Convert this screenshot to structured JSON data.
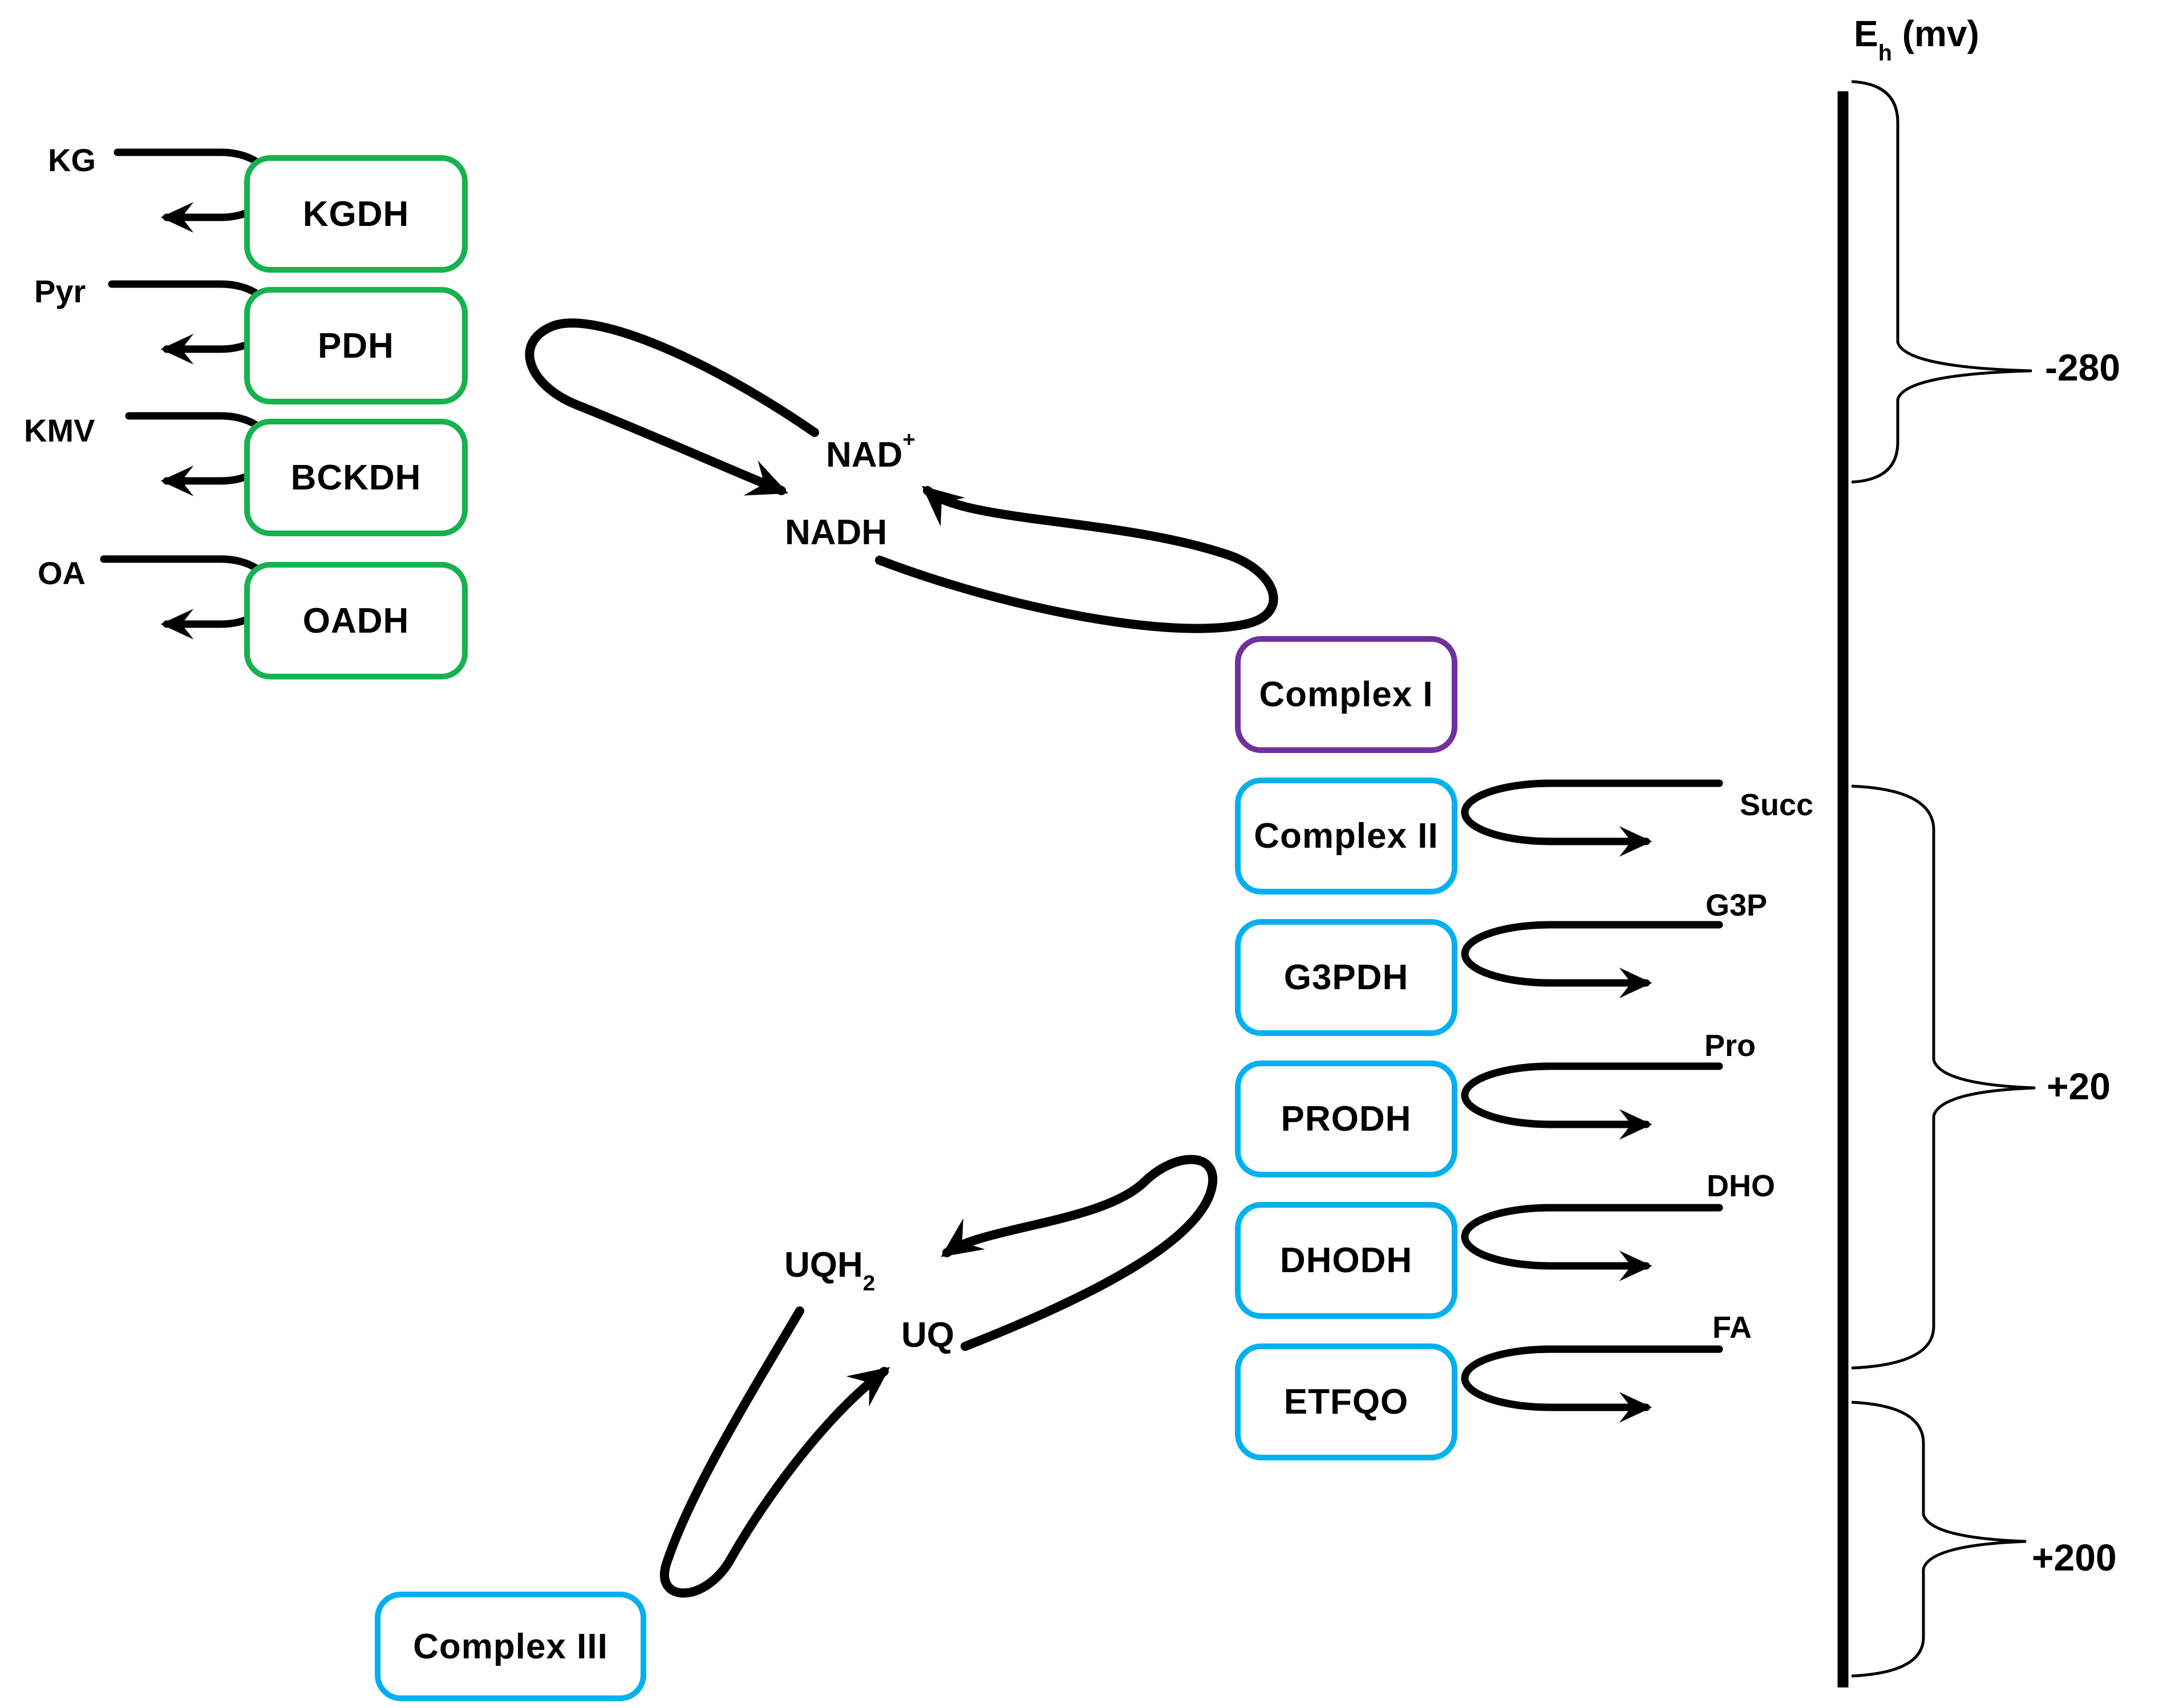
{
  "figure": {
    "axis": {
      "title_base": "E",
      "title_sub": "h",
      "title_unit": " (mv)",
      "tick_labels": {
        "top": "-280",
        "middle": "+20",
        "bottom": "+200"
      }
    },
    "dehydrogenase_boxes": [
      {
        "label": "KGDH",
        "substrate": "KG"
      },
      {
        "label": "PDH",
        "substrate": "Pyr"
      },
      {
        "label": "BCKDH",
        "substrate": "KMV"
      },
      {
        "label": "OADH",
        "substrate": "OA"
      }
    ],
    "complex_boxes": [
      {
        "label": "Complex I"
      },
      {
        "label": "Complex II",
        "substrate": "Succ"
      },
      {
        "label": "G3PDH",
        "substrate": "G3P"
      },
      {
        "label": "PRODH",
        "substrate": "Pro"
      },
      {
        "label": "DHODH",
        "substrate": "DHO"
      },
      {
        "label": "ETFQO",
        "substrate": "FA"
      }
    ],
    "complex_iii": {
      "label": "Complex III"
    },
    "nad_cycle": {
      "oxidized_base": "NAD",
      "oxidized_sup": "+",
      "reduced": "NADH"
    },
    "uq_cycle": {
      "reduced_base": "UQH",
      "reduced_sub": "2",
      "oxidized": "UQ"
    },
    "colors": {
      "green": "#17B24E",
      "purple": "#7030A0",
      "blue": "#00B0F0",
      "ink": "#000000"
    }
  }
}
